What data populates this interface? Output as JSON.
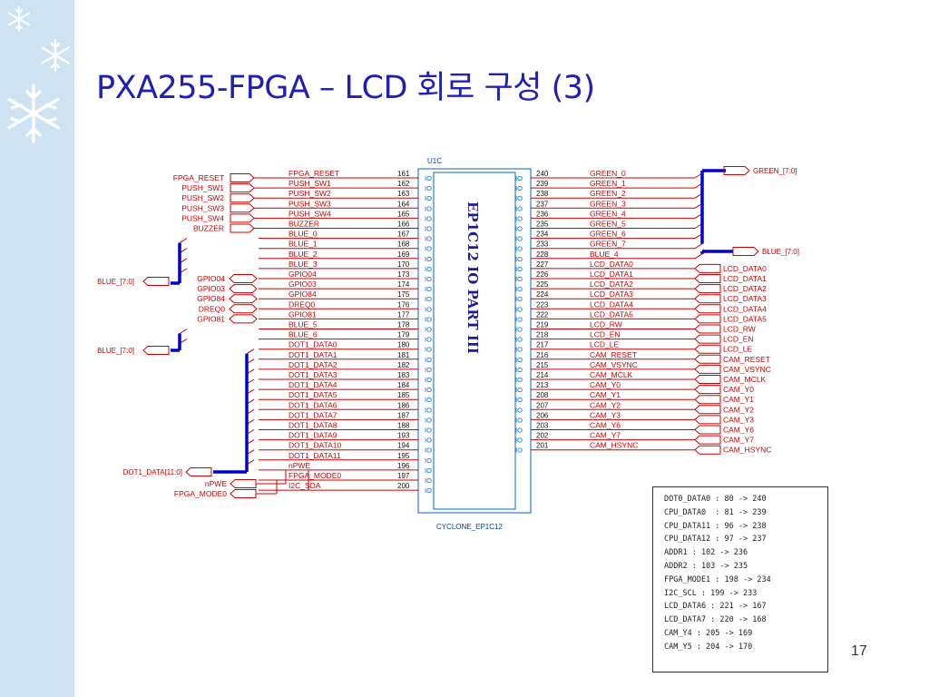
{
  "slide": {
    "title": "PXA255-FPGA – LCD 회로 구성 (3)",
    "page_number": "17"
  },
  "decorations": {
    "icon": "snowflake-icon"
  },
  "colors": {
    "wire": "#cc0000",
    "bus": "#0000cc",
    "title": "#1f1fb8",
    "chip": "#0066cc",
    "sidebar": "#cde3f3"
  },
  "chip": {
    "ref": "U1C",
    "part": "CYCLONE_EP1C12",
    "inner_label": "EP1C12 IO PART III",
    "pin_type": "IO",
    "left_pins": [
      {
        "num": "161",
        "net": "FPGA_RESET"
      },
      {
        "num": "162",
        "net": "PUSH_SW1"
      },
      {
        "num": "163",
        "net": "PUSH_SW2"
      },
      {
        "num": "164",
        "net": "PUSH_SW3"
      },
      {
        "num": "165",
        "net": "PUSH_SW4"
      },
      {
        "num": "166",
        "net": "BUZZER"
      },
      {
        "num": "167",
        "net": "BLUE_0"
      },
      {
        "num": "168",
        "net": "BLUE_1"
      },
      {
        "num": "169",
        "net": "BLUE_2"
      },
      {
        "num": "170",
        "net": "BLUE_3"
      },
      {
        "num": "173",
        "net": "GPIO04"
      },
      {
        "num": "174",
        "net": "GPIO03"
      },
      {
        "num": "175",
        "net": "GPIO84"
      },
      {
        "num": "176",
        "net": "DREQ0"
      },
      {
        "num": "177",
        "net": "GPIO81"
      },
      {
        "num": "178",
        "net": "BLUE_5"
      },
      {
        "num": "179",
        "net": "BLUE_6"
      },
      {
        "num": "180",
        "net": "DOT1_DATA0"
      },
      {
        "num": "181",
        "net": "DOT1_DATA1"
      },
      {
        "num": "182",
        "net": "DOT1_DATA2"
      },
      {
        "num": "183",
        "net": "DOT1_DATA3"
      },
      {
        "num": "184",
        "net": "DOT1_DATA4"
      },
      {
        "num": "185",
        "net": "DOT1_DATA5"
      },
      {
        "num": "186",
        "net": "DOT1_DATA6"
      },
      {
        "num": "187",
        "net": "DOT1_DATA7"
      },
      {
        "num": "188",
        "net": "DOT1_DATA8"
      },
      {
        "num": "193",
        "net": "DOT1_DATA9"
      },
      {
        "num": "194",
        "net": "DOT1_DATA10"
      },
      {
        "num": "195",
        "net": "DOT1_DATA11"
      },
      {
        "num": "196",
        "net": "nPWE"
      },
      {
        "num": "197",
        "net": "FPGA_MODE0"
      },
      {
        "num": "200",
        "net": "I2C_SDA"
      }
    ],
    "right_pins": [
      {
        "num": "240",
        "net": "GREEN_0"
      },
      {
        "num": "239",
        "net": "GREEN_1"
      },
      {
        "num": "238",
        "net": "GREEN_2"
      },
      {
        "num": "237",
        "net": "GREEN_3"
      },
      {
        "num": "236",
        "net": "GREEN_4"
      },
      {
        "num": "235",
        "net": "GREEN_5"
      },
      {
        "num": "234",
        "net": "GREEN_6"
      },
      {
        "num": "233",
        "net": "GREEN_7"
      },
      {
        "num": "228",
        "net": "BLUE_4"
      },
      {
        "num": "227",
        "net": "LCD_DATA0"
      },
      {
        "num": "226",
        "net": "LCD_DATA1"
      },
      {
        "num": "225",
        "net": "LCD_DATA2"
      },
      {
        "num": "224",
        "net": "LCD_DATA3"
      },
      {
        "num": "223",
        "net": "LCD_DATA4"
      },
      {
        "num": "222",
        "net": "LCD_DATA5"
      },
      {
        "num": "219",
        "net": "LCD_RW"
      },
      {
        "num": "218",
        "net": "LCD_EN"
      },
      {
        "num": "217",
        "net": "LCD_LE"
      },
      {
        "num": "216",
        "net": "CAM_RESET"
      },
      {
        "num": "215",
        "net": "CAM_VSYNC"
      },
      {
        "num": "214",
        "net": "CAM_MCLK"
      },
      {
        "num": "213",
        "net": "CAM_Y0"
      },
      {
        "num": "208",
        "net": "CAM_Y1"
      },
      {
        "num": "207",
        "net": "CAM_Y2"
      },
      {
        "num": "206",
        "net": "CAM_Y3"
      },
      {
        "num": "203",
        "net": "CAM_Y6"
      },
      {
        "num": "202",
        "net": "CAM_Y7"
      },
      {
        "num": "201",
        "net": "CAM_HSYNC"
      }
    ]
  },
  "left_ports": [
    "FPGA_RESET",
    "PUSH_SW1",
    "PUSH_SW2",
    "PUSH_SW3",
    "PUSH_SW4",
    "BUZZER"
  ],
  "left_bidir_ports": [
    "GPIO04",
    "GPIO03",
    "GPIO84",
    "DREQ0",
    "GPIO81"
  ],
  "left_buses": [
    {
      "label": "BLUE_[7:0]"
    },
    {
      "label": "BLUE_[7:0]"
    },
    {
      "label": "DOT1_DATA[11:0]"
    }
  ],
  "left_bottom_ports": [
    "nPWE",
    "FPGA_MODE0"
  ],
  "right_buses": [
    {
      "label": "GREEN_[7:0]"
    },
    {
      "label": "BLUE_[7:0]"
    }
  ],
  "right_ports": [
    "LCD_DATA0",
    "LCD_DATA1",
    "LCD_DATA2",
    "LCD_DATA3",
    "LCD_DATA4",
    "LCD_DATA5",
    "LCD_RW",
    "LCD_EN",
    "LCD_LE",
    "CAM_RESET",
    "CAM_VSYNC",
    "CAM_MCLK",
    "CAM_Y0",
    "CAM_Y1",
    "CAM_Y2",
    "CAM_Y3",
    "CAM_Y6",
    "CAM_Y7",
    "CAM_HSYNC"
  ],
  "notes": [
    "DOT0_DATA0 : 80 -> 240",
    "CPU_DATA0  : 81 -> 239",
    "CPU_DATA11 : 96 -> 238",
    "CPU_DATA12 : 97 -> 237",
    "ADDR1 : 102 -> 236",
    "ADDR2 : 103 -> 235",
    "FPGA_MODE1 : 198 -> 234",
    "I2C_SCL : 199 -> 233",
    "LCD_DATA6 : 221 -> 167",
    "LCD_DATA7 : 220 -> 168",
    "CAM_Y4 : 205 -> 169",
    "CAM_Y5 : 204 -> 170"
  ]
}
